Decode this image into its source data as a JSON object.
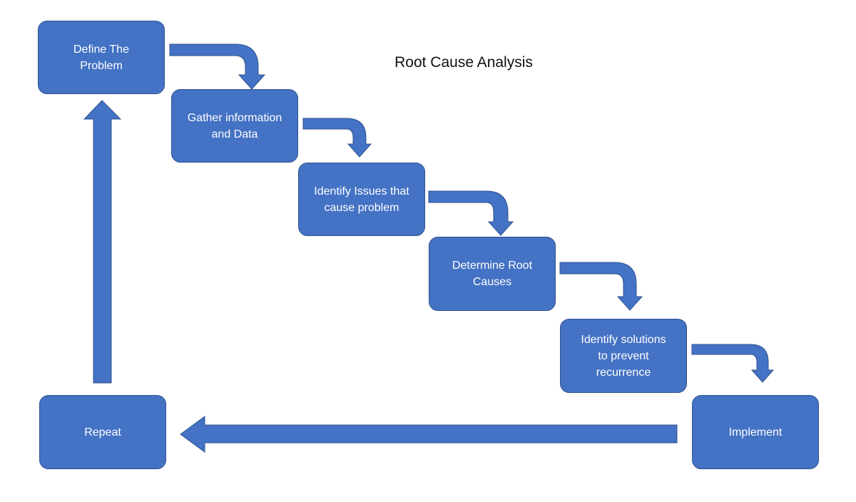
{
  "title": "Root Cause Analysis",
  "steps": {
    "define": "Define The\nProblem",
    "gather": "Gather information\nand Data",
    "identify_issues": "Identify Issues that\ncause problem",
    "determine": "Determine Root\nCauses",
    "identify_solutions": "Identify solutions\nto prevent\nrecurrence",
    "implement": "Implement",
    "repeat": "Repeat"
  },
  "colors": {
    "box_fill": "#4472C4",
    "box_border": "#2F528F",
    "text": "#FFFFFF"
  }
}
